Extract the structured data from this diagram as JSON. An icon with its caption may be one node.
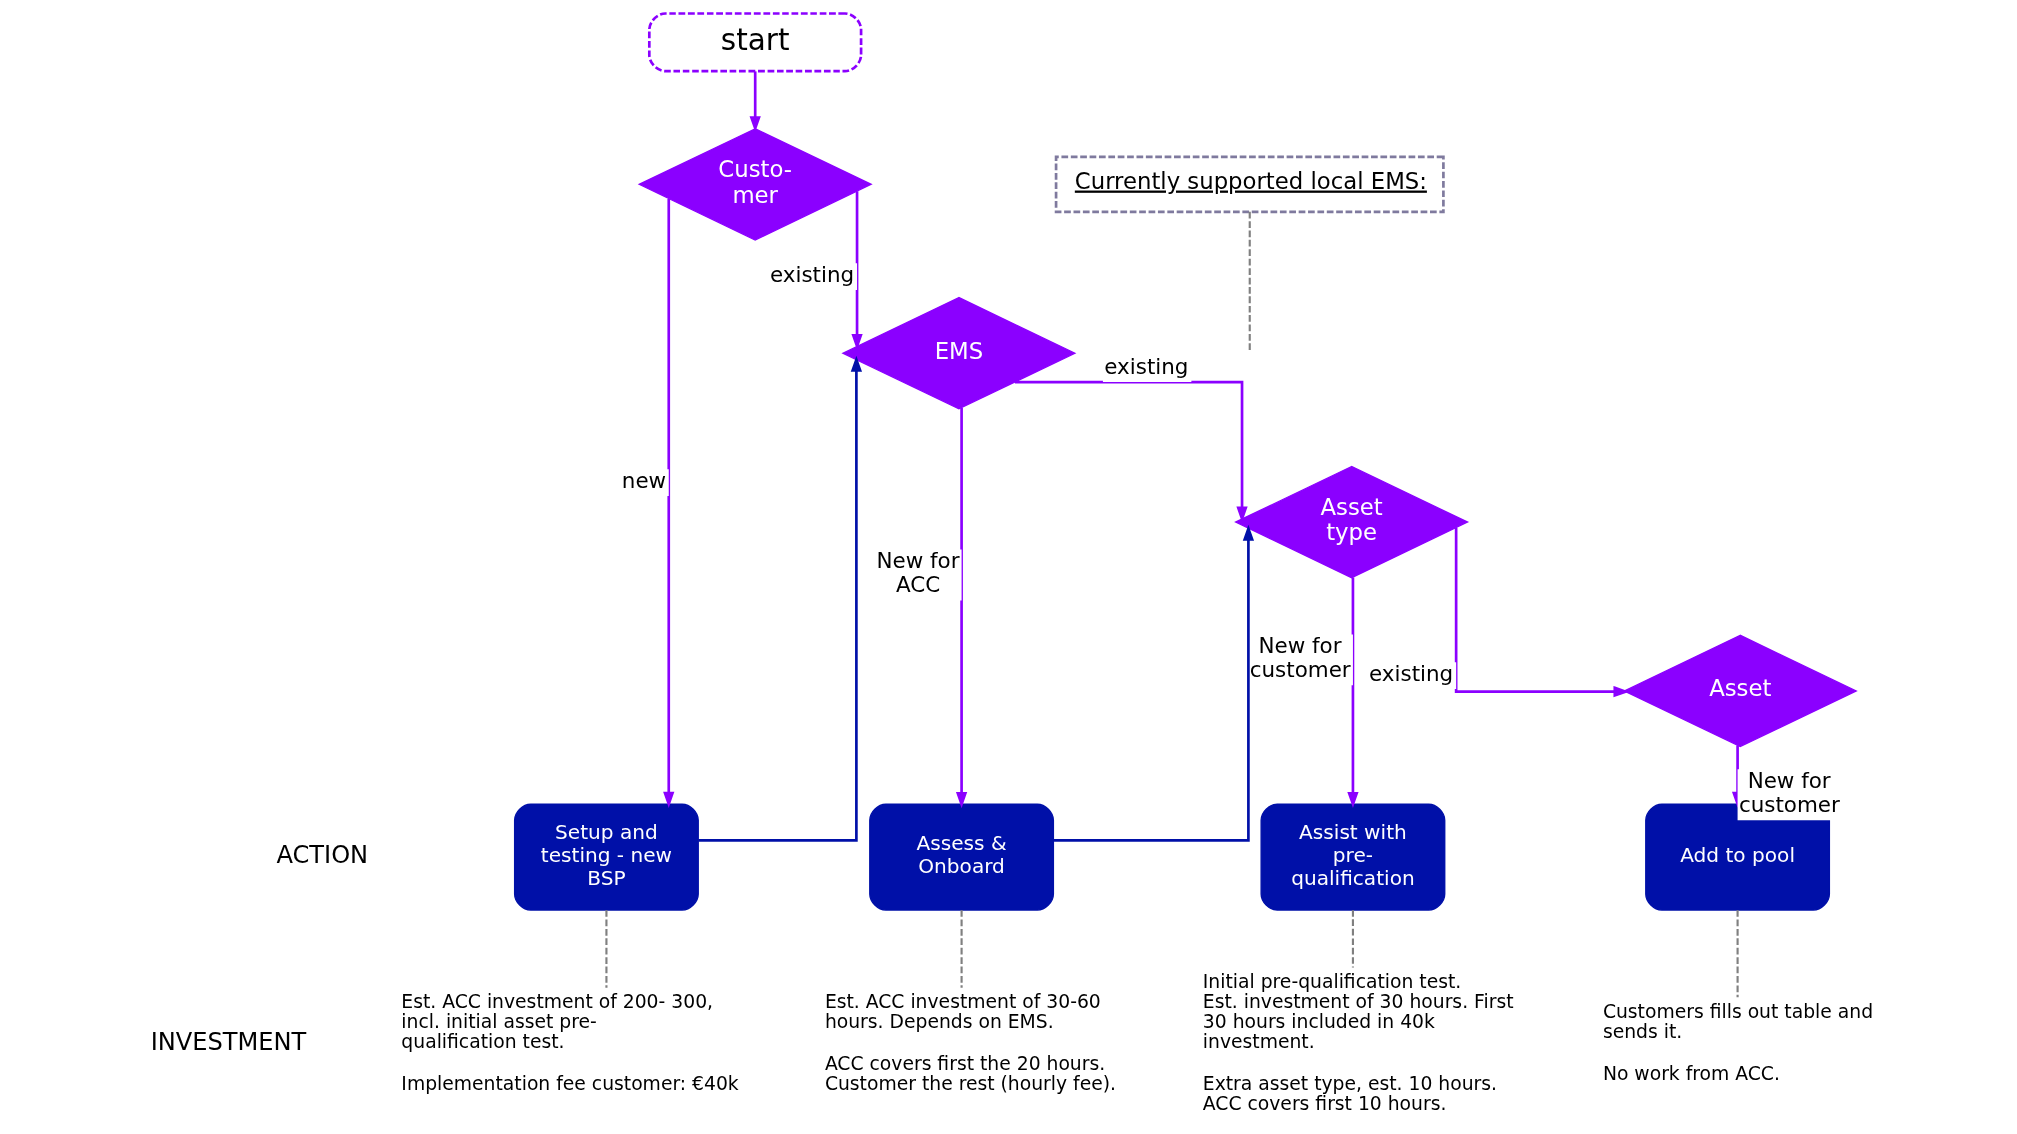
{
  "diagram": {
    "nodes": [
      {
        "text": [
          "start"
        ]
      },
      {
        "text": [
          "Custo- mer"
        ]
      },
      {
        "text": [
          "EMS"
        ]
      },
      {
        "text": [
          "Asset type"
        ]
      },
      {
        "text": [
          "Asset"
        ]
      },
      {
        "text": [
          "Setup and testing - new BSP"
        ]
      },
      {
        "text": [
          "Assess & Onboard"
        ]
      },
      {
        "text": [
          "Assist with pre- qualification"
        ]
      },
      {
        "text": [
          "Add to pool"
        ]
      },
      {
        "text": [
          "Est. ACC investment of 200- 300, incl. initial asset pre- qualification test.",
          "Implementation fee customer: €40k"
        ]
      },
      {
        "text": [
          "Est. ACC investment of 30-60 hours. Depends on EMS.",
          "ACC covers first the 20 hours. Customer the rest (hourly fee)."
        ]
      },
      {
        "text": [
          "Initial pre-qualification test. Est. investment of 30 hours. First 30 hours included in 40k investment.",
          "Extra asset type, est. 10 hours. ACC covers first 10 hours."
        ]
      },
      {
        "text": [
          "Customers fills out table and sends it.",
          "No work from ACC."
        ]
      },
      {
        "text": [
          "Currently supported local EMS:"
        ]
      }
    ],
    "edges": [
      {
        "from": 0,
        "to": 1,
        "arrow": "to"
      },
      {
        "from": 1,
        "to": 5,
        "arrow": "to",
        "label": "new"
      },
      {
        "from": 1,
        "to": 2,
        "arrow": "to",
        "label": "existing"
      },
      {
        "from": 5,
        "to": 2,
        "arrow": "to",
        "color": "#0010a8"
      },
      {
        "from": 2,
        "to": 3,
        "arrow": "to",
        "label": "existing"
      },
      {
        "from": 2,
        "to": 6,
        "arrow": "to",
        "label": "New for ACC"
      },
      {
        "from": 6,
        "to": 3,
        "arrow": "to",
        "color": "#0010a8"
      },
      {
        "from": 3,
        "to": 4,
        "arrow": "to",
        "label": "existing"
      },
      {
        "from": 3,
        "to": 7,
        "arrow": "to",
        "label": "New for customer"
      },
      {
        "from": 4,
        "to": 8,
        "arrow": "to",
        "label": "New for customer"
      },
      {
        "from": 5,
        "to": 9,
        "arrow": "none",
        "style": "dashed",
        "color": "#808080"
      },
      {
        "from": 6,
        "to": 10,
        "arrow": "none",
        "style": "dashed",
        "color": "#808080"
      },
      {
        "from": 7,
        "to": 11,
        "arrow": "none",
        "style": "dashed",
        "color": "#808080"
      },
      {
        "from": 8,
        "to": 12,
        "arrow": "none",
        "style": "dashed",
        "color": "#808080"
      },
      {
        "from": 13,
        "to": null,
        "arrow": "none",
        "style": "dashed",
        "color": "#808080"
      }
    ],
    "labels": [
      "ACTION",
      "INVESTMENT"
    ]
  }
}
